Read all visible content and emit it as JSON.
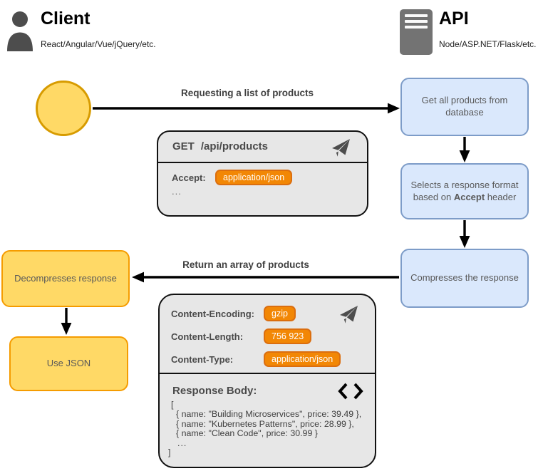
{
  "client": {
    "title": "Client",
    "subtitle": "React/Angular/Vue/jQuery/etc."
  },
  "api": {
    "title": "API",
    "subtitle": "Node/ASP.NET/Flask/etc."
  },
  "flow": {
    "request_label": "Requesting a list of products",
    "response_label": "Return an array of products",
    "api_steps": [
      {
        "text": "Get all products from database"
      },
      {
        "pre": "Selects a response format based on ",
        "bold": "Accept",
        "post": " header"
      },
      {
        "text": "Compresses the response"
      }
    ],
    "client_steps": [
      {
        "text": "Decompresses response"
      },
      {
        "text": "Use JSON"
      }
    ]
  },
  "request_card": {
    "method": "GET",
    "path": "/api/products",
    "headers": [
      {
        "name": "Accept:",
        "value": "application/json"
      }
    ],
    "more": "..."
  },
  "response_card": {
    "headers": [
      {
        "name": "Content-Encoding:",
        "value": "gzip"
      },
      {
        "name": "Content-Length:",
        "value": "756 923"
      },
      {
        "name": "Content-Type:",
        "value": "application/json"
      }
    ],
    "body_label": "Response Body:",
    "body": {
      "open": "[",
      "items": [
        "{ name: \"Building Microservices\", price: 39.49 },",
        "{ name: \"Kubernetes Patterns\", price: 28.99 },",
        "{ name: \"Clean Code\", price: 30.99 }"
      ],
      "more": "...",
      "close": "]"
    }
  },
  "icons": {
    "client": "person-icon",
    "api": "server-icon",
    "request": "paper-plane-icon",
    "response": "paper-plane-icon",
    "body": "code-brackets-icon"
  },
  "colors": {
    "badge_fill": "#F28705",
    "badge_border": "#DB6E0F",
    "blue_fill": "#DAE8FC",
    "blue_stroke": "#7D9CC8",
    "orange_fill": "#FFD966",
    "orange_stroke": "#F59C00",
    "circle_stroke": "#D79B00",
    "card_fill": "#E7E7E7",
    "arrow": "#000000"
  }
}
